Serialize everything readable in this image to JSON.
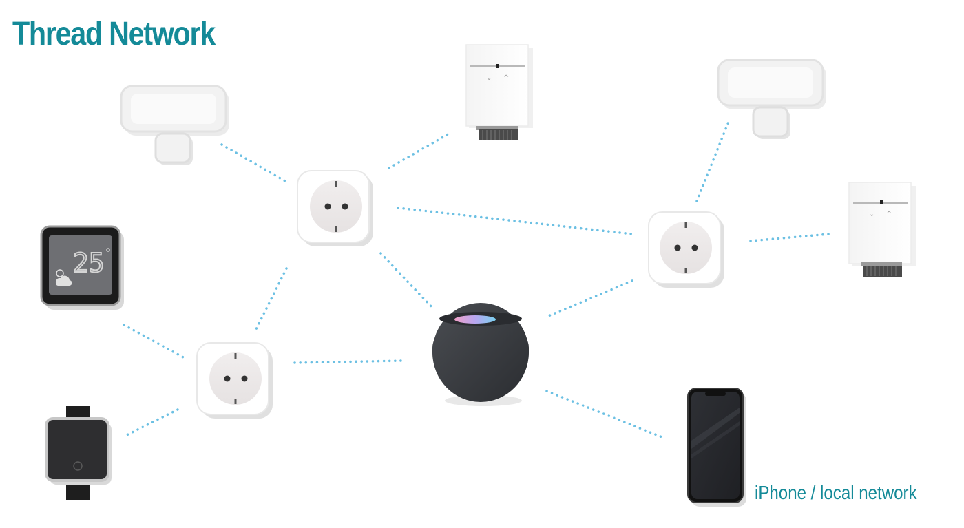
{
  "title": "Thread Network",
  "iphone_caption": "iPhone / local network",
  "weather_display": "25",
  "colors": {
    "title": "#148a98",
    "connection": "#6cc0e3",
    "caption": "#148a98"
  },
  "devices": [
    {
      "id": "motion-sensor-left",
      "icon": "motion-sensor-icon"
    },
    {
      "id": "radiator-thermostat-top",
      "icon": "radiator-thermostat-icon"
    },
    {
      "id": "motion-sensor-right",
      "icon": "motion-sensor-icon"
    },
    {
      "id": "radiator-thermostat-right",
      "icon": "radiator-thermostat-icon"
    },
    {
      "id": "smart-plug-upper",
      "icon": "smart-plug-icon"
    },
    {
      "id": "smart-plug-right",
      "icon": "smart-plug-icon"
    },
    {
      "id": "smart-plug-lower",
      "icon": "smart-plug-icon"
    },
    {
      "id": "weather-display",
      "icon": "weather-display-icon"
    },
    {
      "id": "wall-button",
      "icon": "wall-switch-icon"
    },
    {
      "id": "homepod-mini",
      "icon": "homepod-mini-icon"
    },
    {
      "id": "iphone",
      "icon": "iphone-icon"
    }
  ],
  "connections": [
    {
      "from": "motion-sensor-left",
      "to": "smart-plug-upper"
    },
    {
      "from": "smart-plug-upper",
      "to": "radiator-thermostat-top"
    },
    {
      "from": "smart-plug-upper",
      "to": "smart-plug-right"
    },
    {
      "from": "smart-plug-upper",
      "to": "homepod-mini"
    },
    {
      "from": "smart-plug-upper",
      "to": "smart-plug-lower"
    },
    {
      "from": "smart-plug-right",
      "to": "motion-sensor-right"
    },
    {
      "from": "smart-plug-right",
      "to": "radiator-thermostat-right"
    },
    {
      "from": "smart-plug-right",
      "to": "homepod-mini"
    },
    {
      "from": "weather-display",
      "to": "smart-plug-lower"
    },
    {
      "from": "smart-plug-lower",
      "to": "homepod-mini"
    },
    {
      "from": "smart-plug-lower",
      "to": "wall-button"
    },
    {
      "from": "homepod-mini",
      "to": "iphone"
    }
  ]
}
